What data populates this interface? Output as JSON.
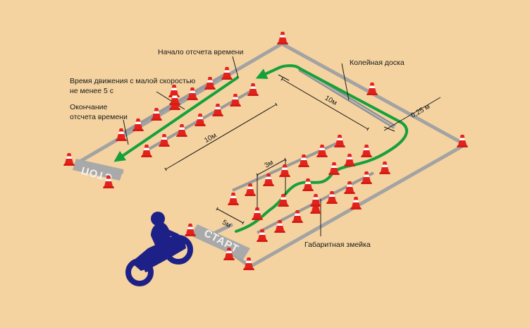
{
  "background_color": "#f4d3a0",
  "colors": {
    "course_line": "#a3a3a3",
    "route": "#16a03b",
    "cone": "#e3231b",
    "rider": "#1d2187"
  },
  "labels": {
    "time_start": "Начало отсчета времени",
    "low_speed_1": "Время движения с малой скоростью",
    "low_speed_2": "не менее  5 с",
    "time_end_1": "Окончание",
    "time_end_2": "отсчета времени",
    "track_board": "Колейная доска",
    "slalom": "Габаритная змейка"
  },
  "dimensions": {
    "board_length": "10м",
    "board_width": "0,25 м",
    "lane_length": "10м",
    "cone_spacing": "3м",
    "start_gap": "5м"
  },
  "zones": {
    "start": "СТАРТ",
    "stop": "СТОП"
  },
  "icons": [
    "traffic-cone-icon",
    "motorcycle-rider-icon",
    "route-arrow-icon"
  ]
}
